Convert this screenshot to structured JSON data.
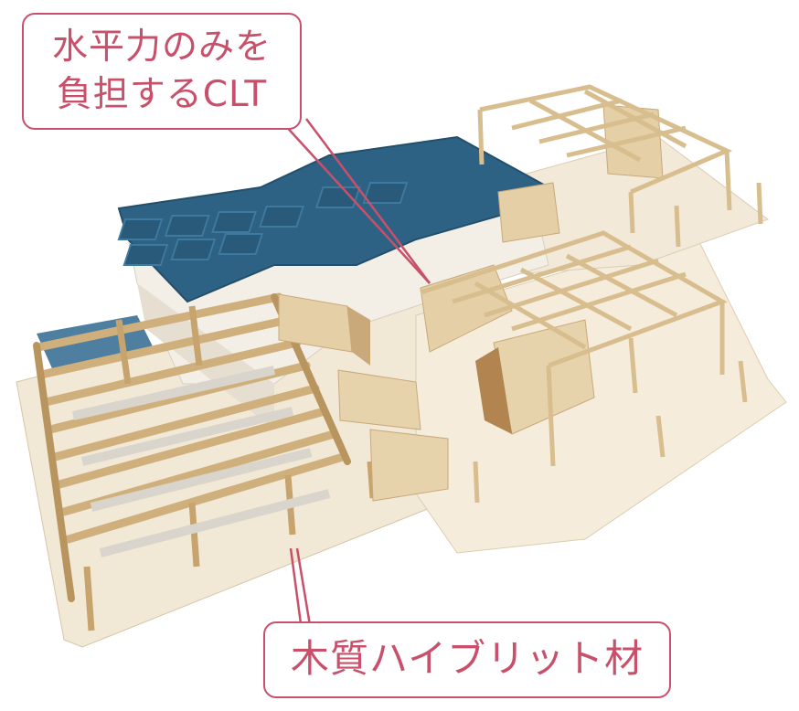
{
  "callouts": {
    "clt": {
      "line1": "水平力のみを",
      "line2": "負担するCLT"
    },
    "wood": {
      "text": "木質ハイブリット材"
    }
  },
  "colors": {
    "callout_border": "#c8506a",
    "callout_text": "#c8506a",
    "roof_blue": "#2e6284",
    "wood_light": "#e4cfa6",
    "wood_dark": "#c9a97a",
    "floor": "#f1e6d2"
  }
}
